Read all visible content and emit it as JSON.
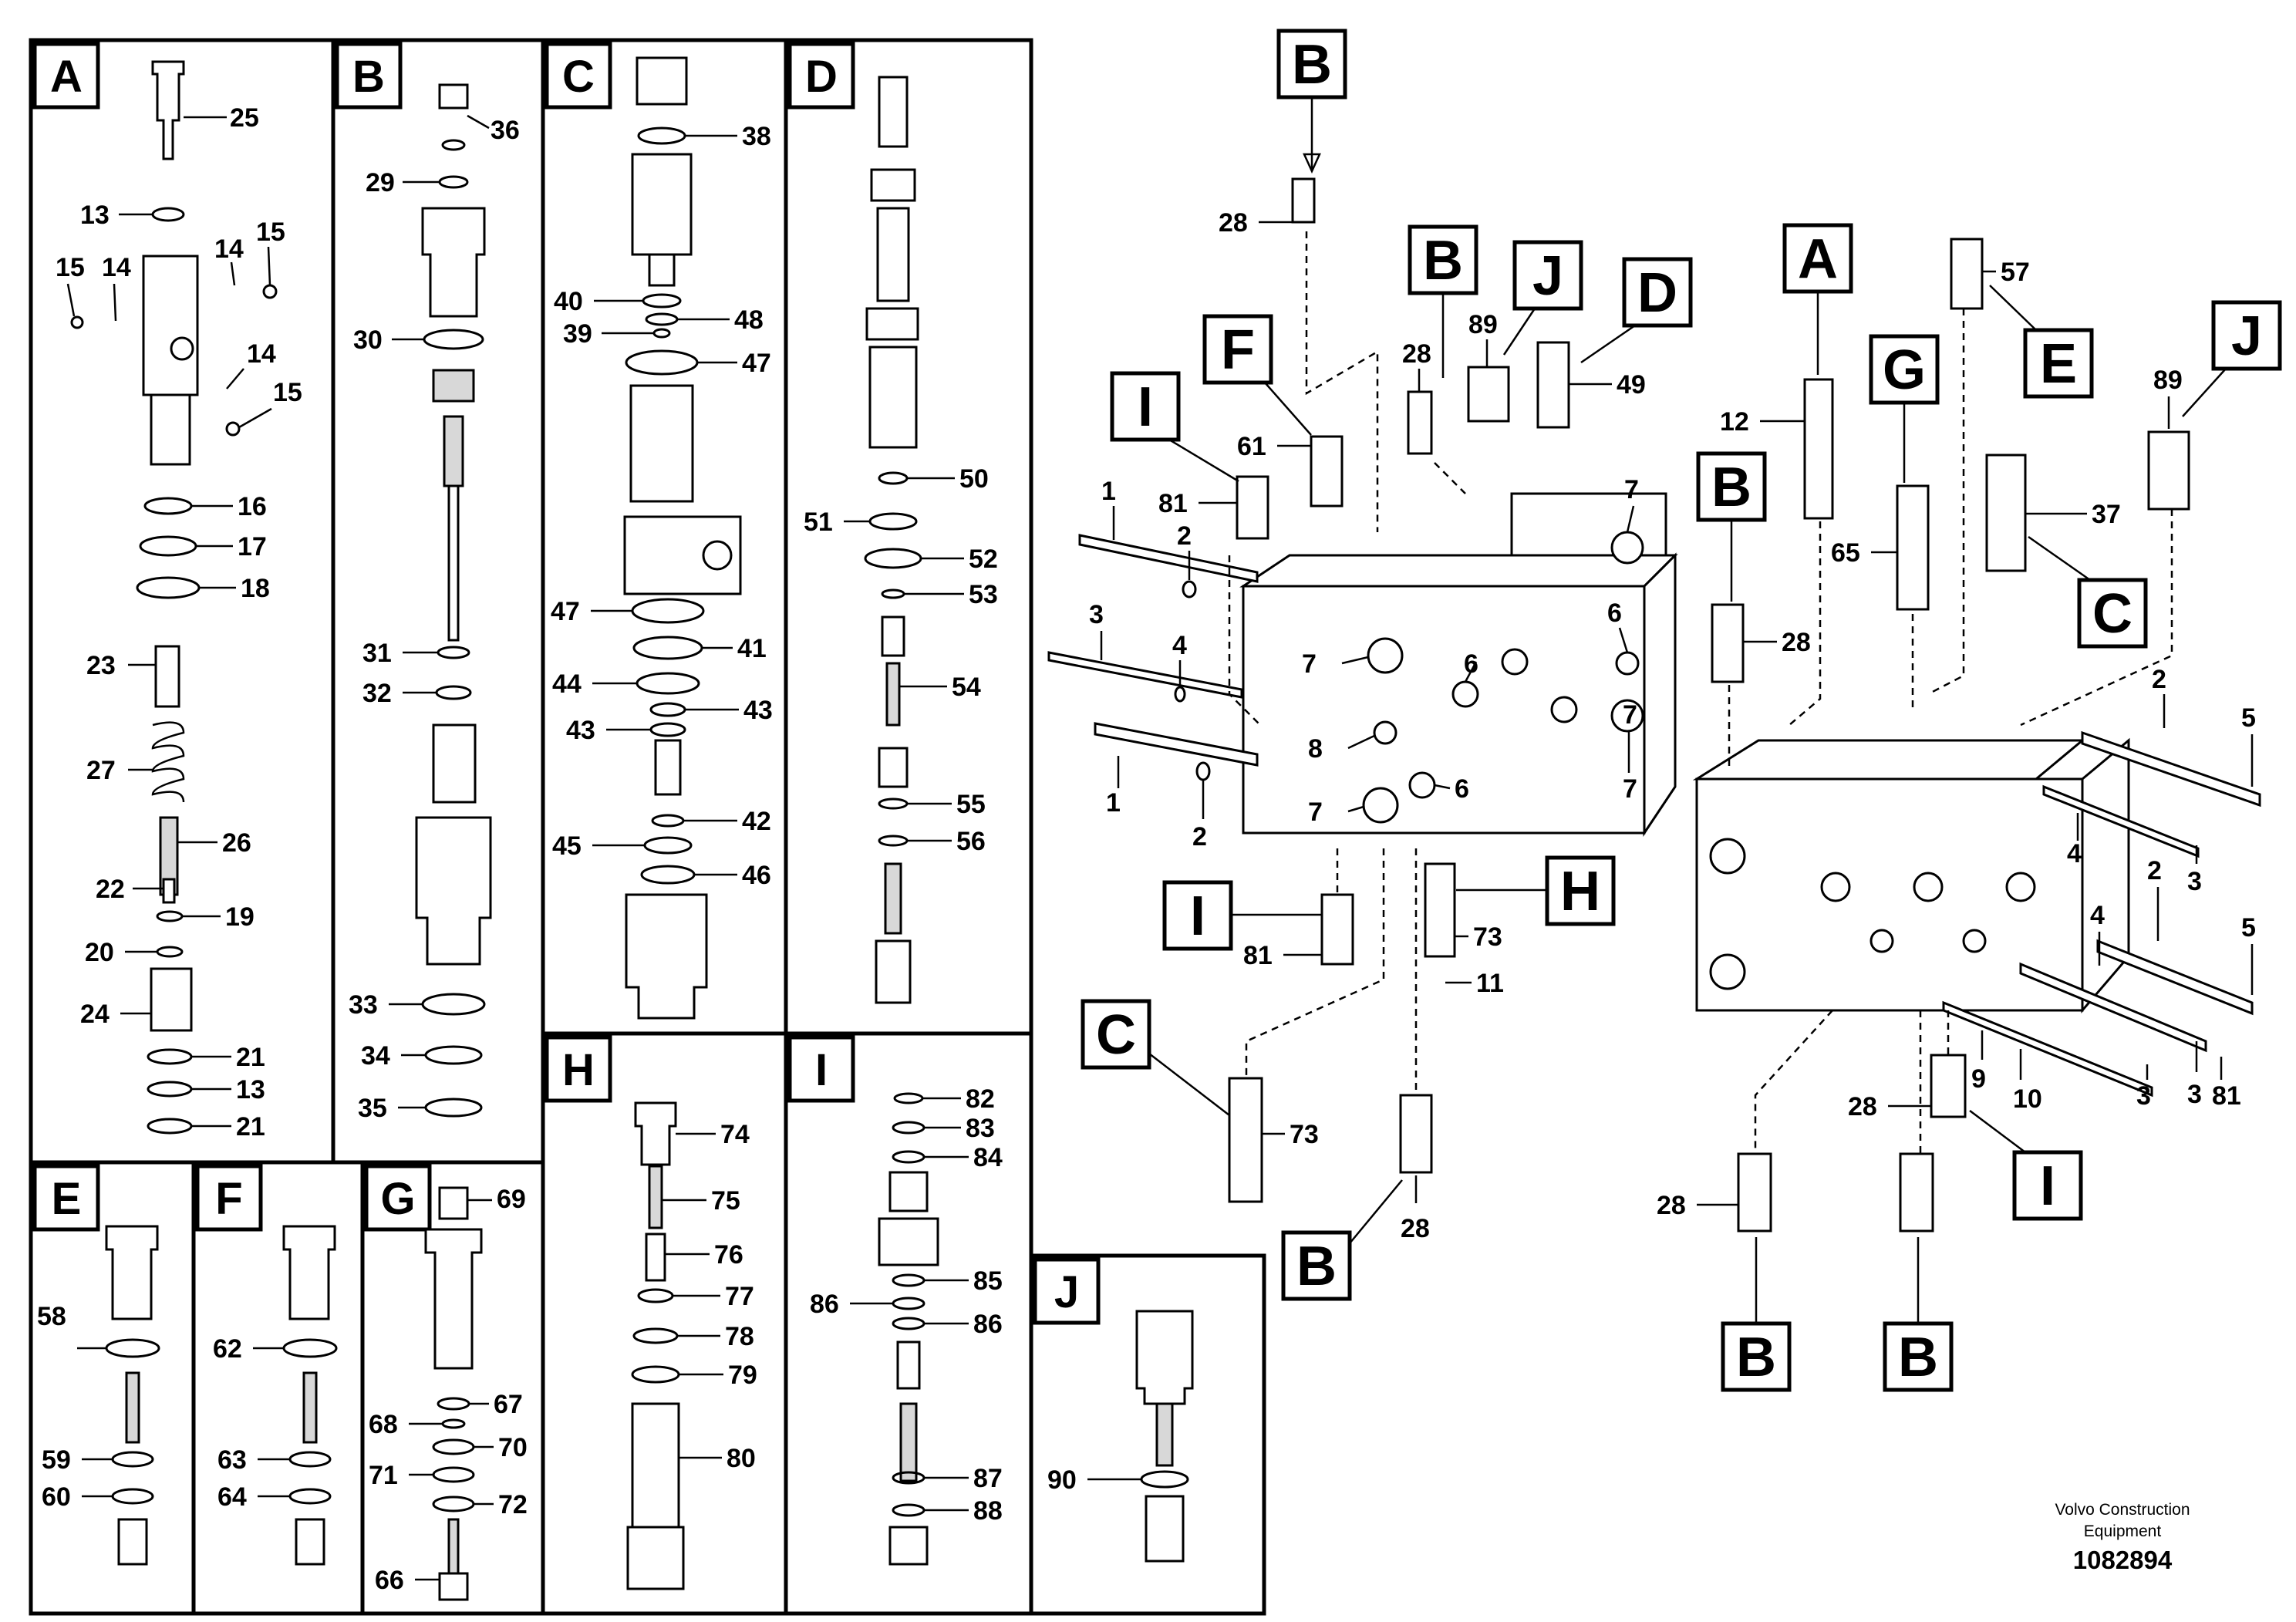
{
  "footer": {
    "brand_line1": "Volvo Construction",
    "brand_line2": "Equipment",
    "drawing_number": "1082894"
  },
  "panels": {
    "A": {
      "letter": "A",
      "labels": [
        "25",
        "13",
        "15",
        "14",
        "14",
        "15",
        "14",
        "15",
        "16",
        "17",
        "18",
        "23",
        "27",
        "26",
        "22",
        "19",
        "20",
        "24",
        "21",
        "13",
        "21"
      ]
    },
    "B": {
      "letter": "B",
      "labels": [
        "36",
        "29",
        "30",
        "31",
        "32",
        "33",
        "34",
        "35"
      ]
    },
    "C": {
      "letter": "C",
      "labels": [
        "38",
        "40",
        "48",
        "39",
        "47",
        "47",
        "41",
        "44",
        "43",
        "43",
        "42",
        "45",
        "46"
      ]
    },
    "D": {
      "letter": "D",
      "labels": [
        "50",
        "51",
        "52",
        "53",
        "54",
        "55",
        "56"
      ]
    },
    "E": {
      "letter": "E",
      "labels": [
        "58",
        "59",
        "60"
      ]
    },
    "F": {
      "letter": "F",
      "labels": [
        "62",
        "63",
        "64"
      ]
    },
    "G": {
      "letter": "G",
      "labels": [
        "69",
        "67",
        "68",
        "70",
        "71",
        "72",
        "66"
      ]
    },
    "H": {
      "letter": "H",
      "labels": [
        "74",
        "75",
        "76",
        "77",
        "78",
        "79",
        "80"
      ]
    },
    "I": {
      "letter": "I",
      "labels": [
        "82",
        "83",
        "84",
        "85",
        "86",
        "86",
        "87",
        "88"
      ]
    },
    "J": {
      "letter": "J",
      "labels": [
        "90"
      ]
    }
  },
  "assembly": {
    "letters": [
      "B",
      "B",
      "J",
      "D",
      "F",
      "I",
      "I",
      "H",
      "C",
      "B",
      "A",
      "G",
      "B",
      "E",
      "J",
      "C",
      "I",
      "B",
      "B"
    ],
    "labels": [
      "28",
      "28",
      "89",
      "49",
      "61",
      "81",
      "1",
      "2",
      "7",
      "3",
      "4",
      "6",
      "6",
      "7",
      "7",
      "8",
      "6",
      "7",
      "1",
      "2",
      "7",
      "81",
      "73",
      "11",
      "73",
      "28",
      "12",
      "57",
      "65",
      "37",
      "89",
      "28",
      "2",
      "5",
      "4",
      "3",
      "2",
      "5",
      "4",
      "3",
      "9",
      "10",
      "3",
      "81",
      "28",
      "28"
    ]
  }
}
